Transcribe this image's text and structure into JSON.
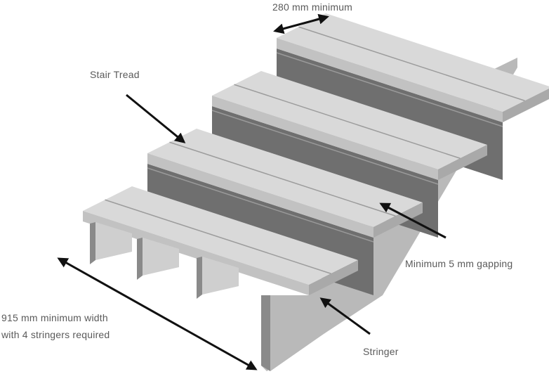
{
  "labels": {
    "tread_depth": "280 mm minimum",
    "stair_tread": "Stair Tread",
    "gapping": "Minimum 5 mm gapping",
    "width_line1": "915 mm minimum width",
    "width_line2": "with 4 stringers required",
    "stringer": "Stringer"
  },
  "colors": {
    "tread_top": "#d9d9d9",
    "tread_edge": "#c2c2c2",
    "riser": "#6f6f6f",
    "stringer_side": "#b9b9b9",
    "arrow": "#111111"
  }
}
